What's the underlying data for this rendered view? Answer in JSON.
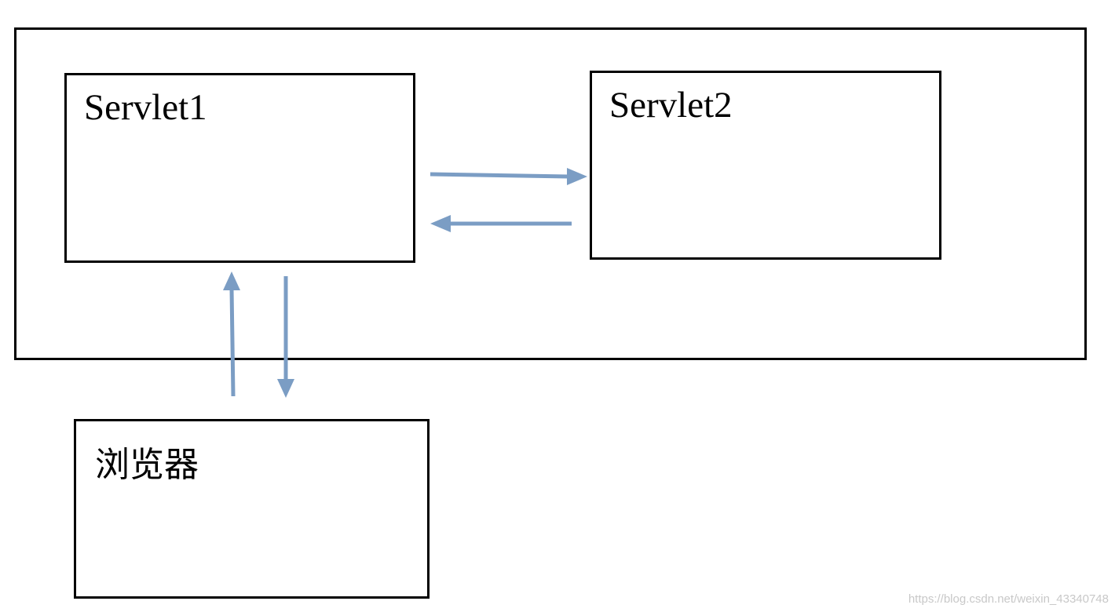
{
  "diagram": {
    "nodes": {
      "servlet1": {
        "label": "Servlet1"
      },
      "servlet2": {
        "label": "Servlet2"
      },
      "browser": {
        "label": "浏览器"
      }
    },
    "edges": [
      {
        "from": "servlet1",
        "to": "servlet2"
      },
      {
        "from": "servlet2",
        "to": "servlet1"
      },
      {
        "from": "browser",
        "to": "servlet1"
      },
      {
        "from": "servlet1",
        "to": "browser"
      }
    ],
    "arrow_color": "#7b9dc4",
    "border_color": "#000000"
  },
  "watermark": "https://blog.csdn.net/weixin_43340748"
}
